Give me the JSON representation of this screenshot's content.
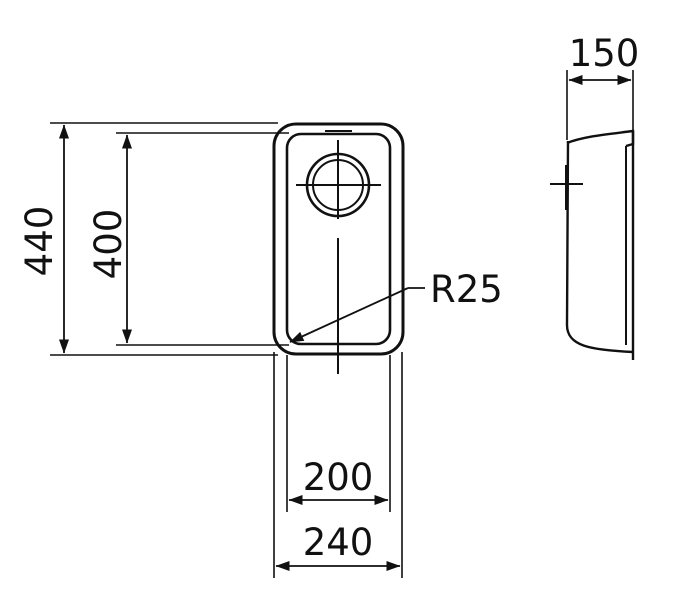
{
  "drawing": {
    "labels": {
      "outer_height": "440",
      "inner_height": "400",
      "corner_radius": "R25",
      "inner_width": "200",
      "outer_width": "240",
      "depth": "150"
    },
    "colors": {
      "line": "#111111",
      "background": "#ffffff"
    }
  }
}
